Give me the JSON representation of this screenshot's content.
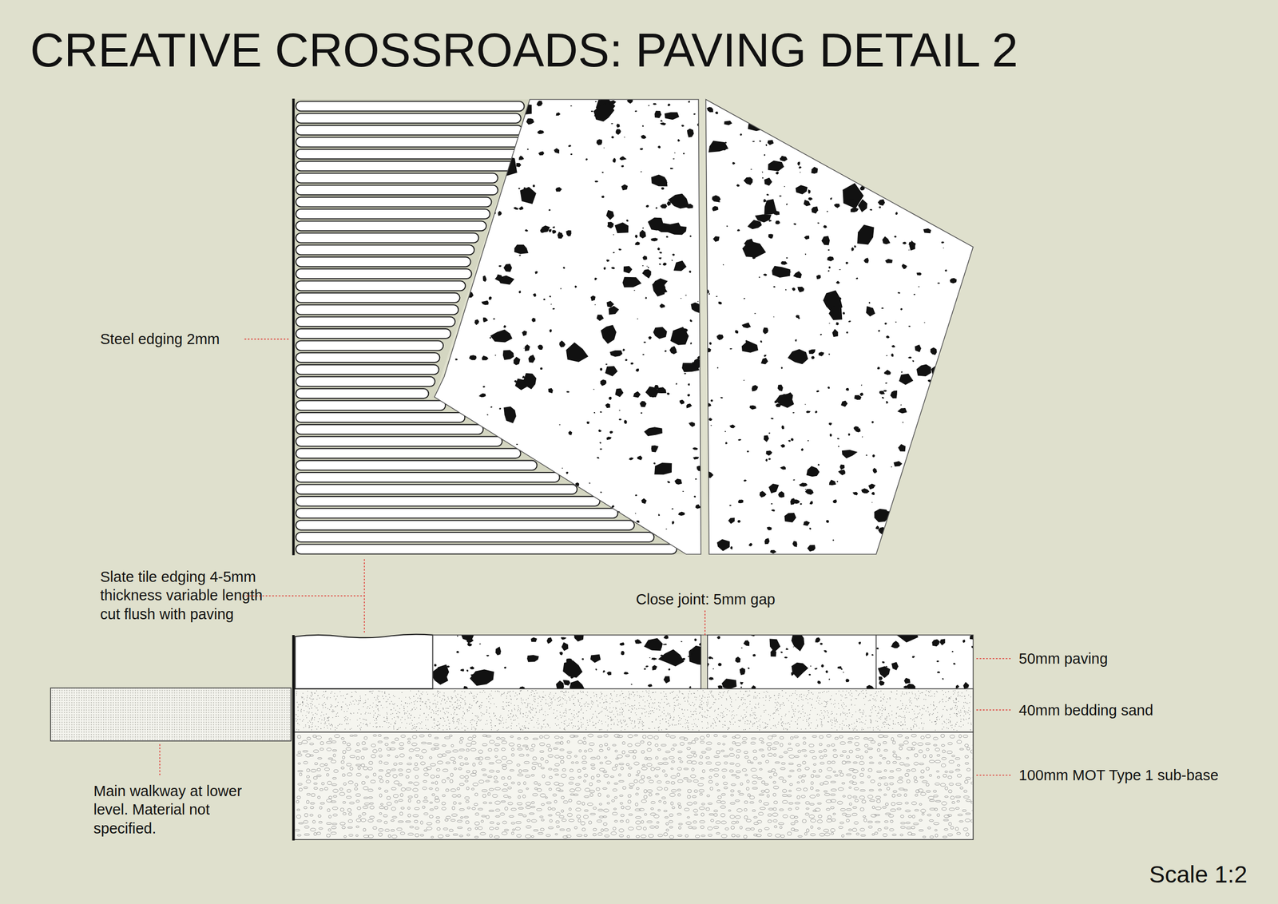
{
  "diagram": {
    "title": "CREATIVE CROSSROADS: PAVING DETAIL 2",
    "labels": [
      "Steel edging 2mm",
      "Slate tile edging 4-5mm thickness variable length cut flush with paving",
      "Close joint: 5mm gap",
      "50mm paving",
      "40mm bedding sand",
      "100mm MOT Type 1 sub-base",
      "Main walkway at lower level. Material not specified.",
      "Scale 1:2"
    ]
  }
}
